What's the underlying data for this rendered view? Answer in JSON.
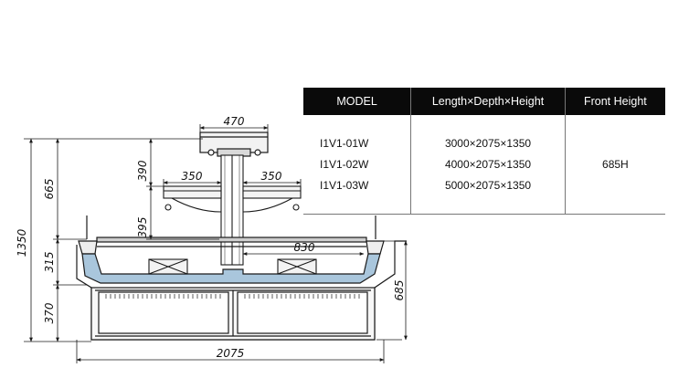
{
  "table": {
    "headers": [
      "MODEL",
      "Length×Depth×Height",
      "Front Height"
    ],
    "models": [
      "I1V1-01W",
      "I1V1-02W",
      "I1V1-03W"
    ],
    "dimensions": [
      "3000×2075×1350",
      "4000×2075×1350",
      "5000×2075×1350"
    ],
    "front_height": "685H"
  },
  "dimensions": {
    "top_width": "470",
    "shelf_left_width": "350",
    "shelf_right_width": "350",
    "canopy_height": "390",
    "shelf_gap": "395",
    "upper_height": "665",
    "total_height": "1350",
    "bin_height": "315",
    "base_height": "370",
    "inner_width": "830",
    "front_height": "685",
    "total_depth": "2075"
  },
  "colors": {
    "bin_fill": "#a9c6dc",
    "line": "#1a1a1a",
    "header_bg": "#0a0a0a"
  }
}
